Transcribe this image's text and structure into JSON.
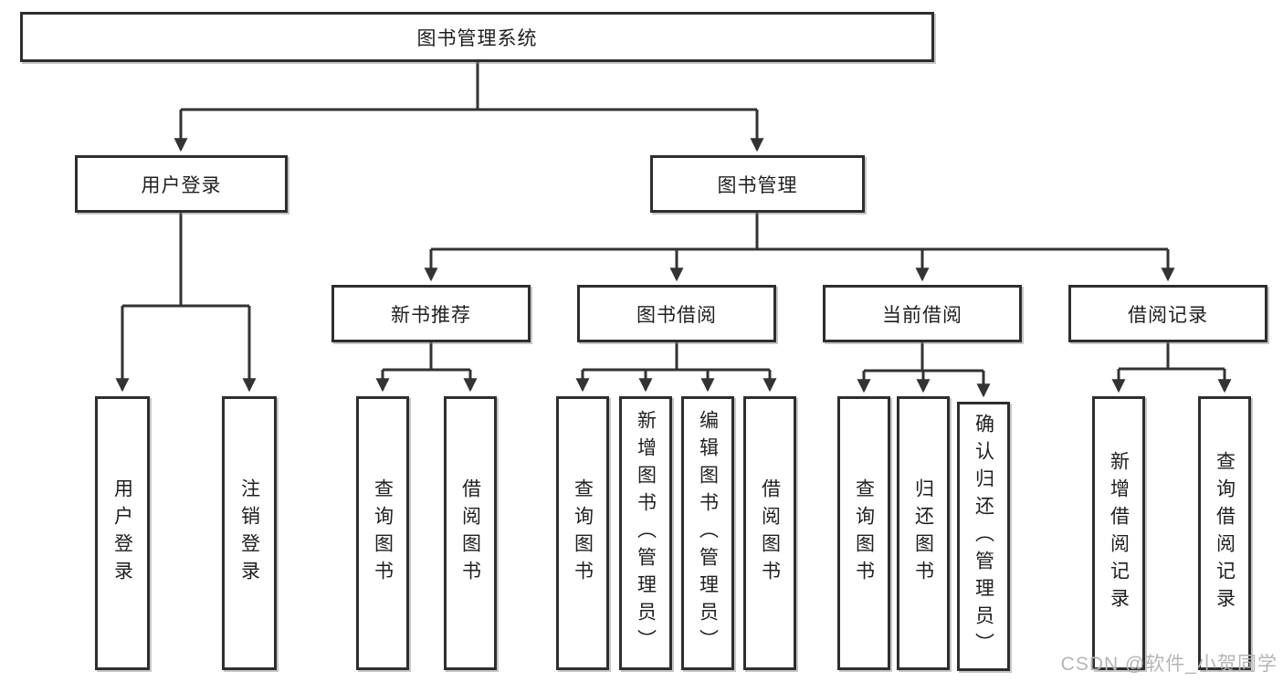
{
  "diagram": {
    "title_note": "functional structure chart of a library management system",
    "root": {
      "label": "图书管理系统"
    },
    "branches": [
      {
        "label": "用户登录",
        "children": [
          {
            "label": "用户登录"
          },
          {
            "label": "注销登录"
          }
        ]
      },
      {
        "label": "图书管理",
        "children": [
          {
            "label": "新书推荐",
            "children": [
              {
                "label": "查询图书"
              },
              {
                "label": "借阅图书"
              }
            ]
          },
          {
            "label": "图书借阅",
            "children": [
              {
                "label": "查询图书"
              },
              {
                "label": "新增图书（管理员）"
              },
              {
                "label": "编辑图书（管理员）"
              },
              {
                "label": "借阅图书"
              }
            ]
          },
          {
            "label": "当前借阅",
            "children": [
              {
                "label": "查询图书"
              },
              {
                "label": "归还图书"
              },
              {
                "label": "确认归还（管理员）"
              }
            ]
          },
          {
            "label": "借阅记录",
            "children": [
              {
                "label": "新增借阅记录"
              },
              {
                "label": "查询借阅记录"
              }
            ]
          }
        ]
      }
    ],
    "watermark": "CSDN @软件_小贺同学",
    "colors": {
      "line": "#333333",
      "box_border": "#2e2e2e",
      "text": "#1f1f1f",
      "watermark": "#b5b5b5",
      "background": "#ffffff"
    }
  }
}
